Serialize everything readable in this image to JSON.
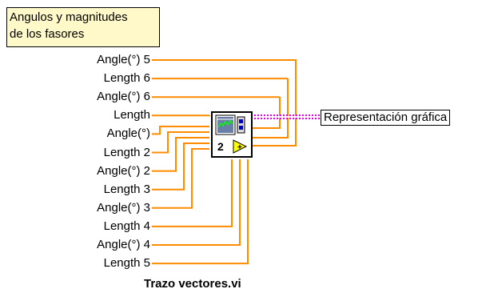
{
  "comment": {
    "line1": "Angulos y magnitudes",
    "line2": "de los fasores"
  },
  "inputs": [
    "Angle(°) 5",
    "Length 6",
    "Angle(°) 6",
    "Length",
    "Angle(°)",
    "Length 2",
    "Angle(°) 2",
    "Length 3",
    "Angle(°) 3",
    "Length 4",
    "Angle(°) 4",
    "Length 5"
  ],
  "output": "Representación gráfica",
  "vi": {
    "number": "2",
    "name": "Trazo vectores.vi"
  },
  "colors": {
    "numeric_wire": "#ff8c00",
    "cluster_wire": "#e600e6",
    "comment_bg": "#fff8c8",
    "icon_display": "#6a7fa8",
    "triangle": "#ffff00"
  }
}
